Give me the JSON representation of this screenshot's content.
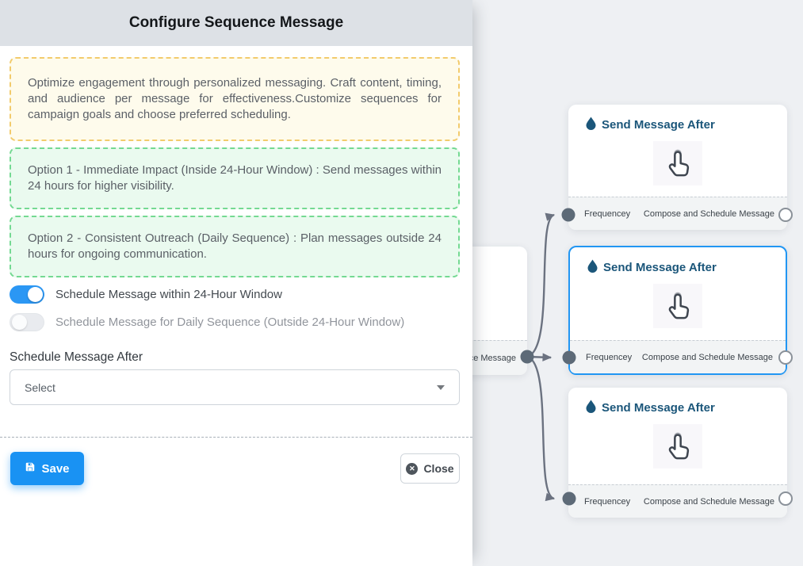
{
  "panel": {
    "title": "Configure Sequence Message",
    "description": "Optimize engagement through personalized messaging. Craft content, timing, and audience per message for effectiveness.Customize sequences for campaign goals and choose preferred scheduling.",
    "option1": "Option 1 - Immediate Impact (Inside 24-Hour Window) : Send messages within 24 hours for higher visibility.",
    "option2": "Option 2 - Consistent Outreach (Daily Sequence) : Plan messages outside 24 hours for ongoing communication.",
    "toggle_within": {
      "label": "Schedule Message within 24-Hour Window",
      "state": "on"
    },
    "toggle_daily": {
      "label": "Schedule Message for Daily Sequence (Outside 24-Hour Window)",
      "state": "off"
    },
    "schedule_after_label": "Schedule Message After",
    "select_placeholder": "Select",
    "save_label": "Save",
    "close_label": "Close"
  },
  "flow": {
    "source_partial_label": "ce Message",
    "nodes": [
      {
        "title": "Send Message After",
        "left_handle_label": "Frequencey",
        "right_handle_label": "Compose and Schedule Message",
        "selected": false
      },
      {
        "title": "Send Message After",
        "left_handle_label": "Frequencey",
        "right_handle_label": "Compose and Schedule Message",
        "selected": true
      },
      {
        "title": "Send Message After",
        "left_handle_label": "Frequencey",
        "right_handle_label": "Compose and Schedule Message",
        "selected": false
      }
    ]
  },
  "colors": {
    "accent_blue": "#2196f3",
    "save_blue": "#1992f3",
    "toggle_on_blue": "#2b97f4",
    "edge_gray": "#6b7280",
    "node_title_blue": "#1b567a",
    "warning_border": "#f2cb6c",
    "warning_bg": "#fefbec",
    "success_border": "#74d992",
    "success_bg": "#eafaef",
    "header_bg": "#dde1e6",
    "canvas_bg": "#eef0f3"
  }
}
